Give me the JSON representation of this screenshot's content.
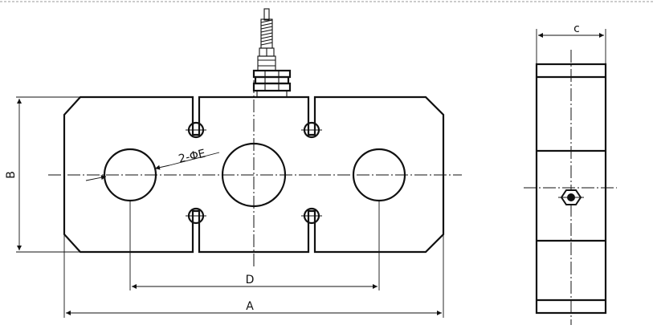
{
  "drawing": {
    "front_view": {
      "dimension_labels": {
        "A": "A",
        "B": "B",
        "D": "D",
        "hole_callout": "2-ΦE"
      }
    },
    "side_view": {
      "dimension_labels": {
        "C": "c"
      }
    }
  }
}
